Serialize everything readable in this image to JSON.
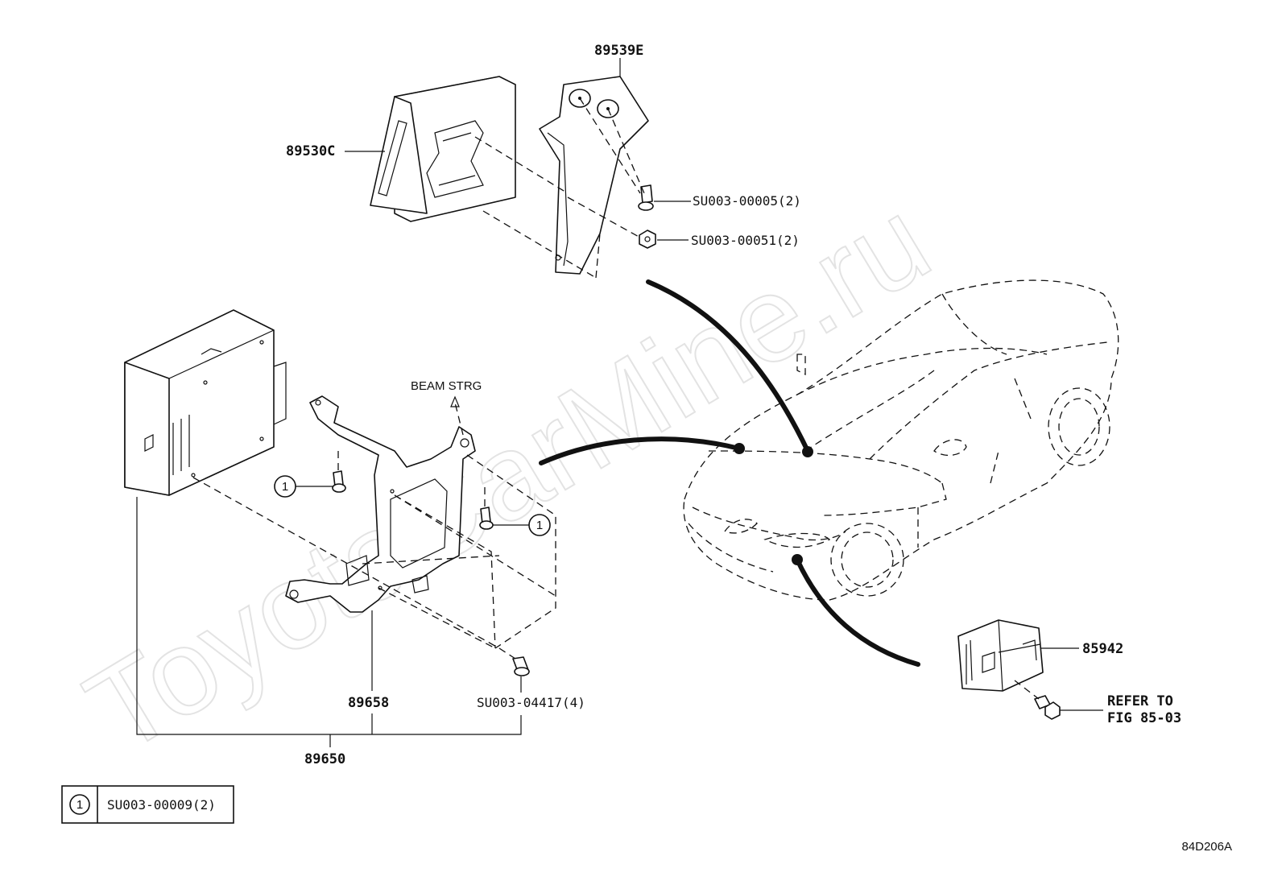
{
  "watermark": "ToyotaCarMine.ru",
  "figure_code": "84D206A",
  "labels": {
    "p89539E": "89539E",
    "p89530C": "89530C",
    "su00005": "SU003-00005(2)",
    "su00051": "SU003-00051(2)",
    "beam": "BEAM STRG",
    "p89658": "89658",
    "su04417": "SU003-04417(4)",
    "p89650": "89650",
    "p85942": "85942",
    "refer_line1": "REFER TO",
    "refer_line2": "FIG 85-03",
    "callout_num": "1"
  },
  "legend": {
    "symbol": "1",
    "part": "SU003-00009(2)"
  }
}
